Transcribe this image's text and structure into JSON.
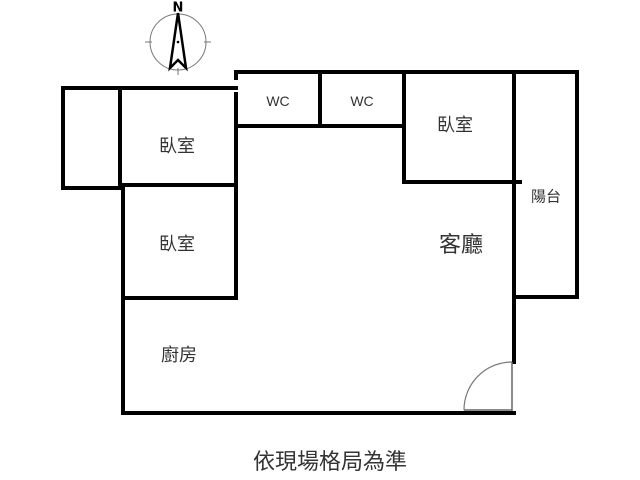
{
  "compass": {
    "north_label": "N"
  },
  "rooms": {
    "bedroom_1": "臥室",
    "bedroom_2": "臥室",
    "bedroom_3": "臥室",
    "wc_1": "WC",
    "wc_2": "WC",
    "living_room": "客廳",
    "balcony": "陽台",
    "kitchen": "廚房"
  },
  "caption": "依現場格局為準"
}
